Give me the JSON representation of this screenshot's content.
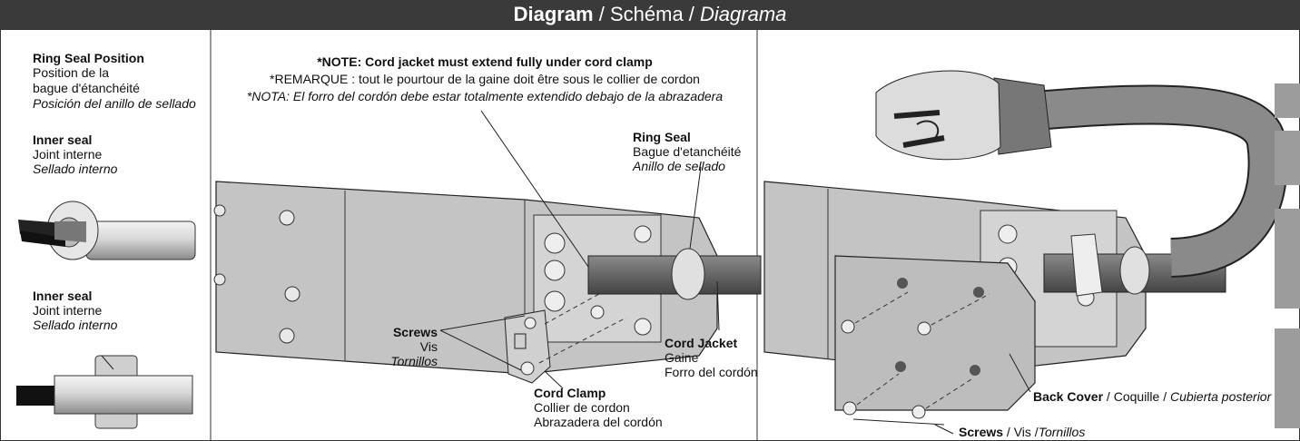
{
  "header": {
    "bold": "Diagram",
    "sep1": " / ",
    "fr": "Schéma",
    "sep2": " / ",
    "es": "Diagrama"
  },
  "left": {
    "ring_title": "Ring Seal Position",
    "ring_fr": "Position de la\nbague d'étanchéité",
    "ring_es": "Posición del anillo de sellado",
    "inner1_title": "Inner seal",
    "inner1_fr": "Joint interne",
    "inner1_es": "Sellado interno",
    "inner2_title": "Inner seal",
    "inner2_fr": "Joint interne",
    "inner2_es": "Sellado interno"
  },
  "middle": {
    "note_en": "*NOTE: Cord jacket must extend fully under cord clamp",
    "note_fr": "*REMARQUE : tout le pourtour de la gaine doit être sous le collier de cordon",
    "note_es": "*NOTA: El forro del cordón debe estar totalmente extendido debajo de la abrazadera",
    "ring_en": "Ring Seal",
    "ring_fr": "Bague d'etanchéité",
    "ring_es": "Anillo de sellado",
    "screws_en": "Screws",
    "screws_fr": "Vis",
    "screws_es": "Tornillos",
    "jacket_en": "Cord Jacket",
    "jacket_fr": "Gaine",
    "jacket_es": "Forro del cordón",
    "clamp_en": "Cord Clamp",
    "clamp_fr": "Collier de cordon",
    "clamp_es": "Abrazadera del cordón"
  },
  "right": {
    "cover_en": "Back Cover",
    "cover_sep1": " / ",
    "cover_fr": "Coquille",
    "cover_sep2": " / ",
    "cover_es": "Cubierta posterior",
    "screws_en": "Screws",
    "screws_sep1": " / ",
    "screws_fr": "Vis",
    "screws_sep2": " /",
    "screws_es": "Tornillos"
  },
  "colors": {
    "header_bg": "#3a3a3a",
    "body_gray": "#b9b9b9",
    "cord_dark": "#555555",
    "side_letters": "#9c9c9c"
  }
}
